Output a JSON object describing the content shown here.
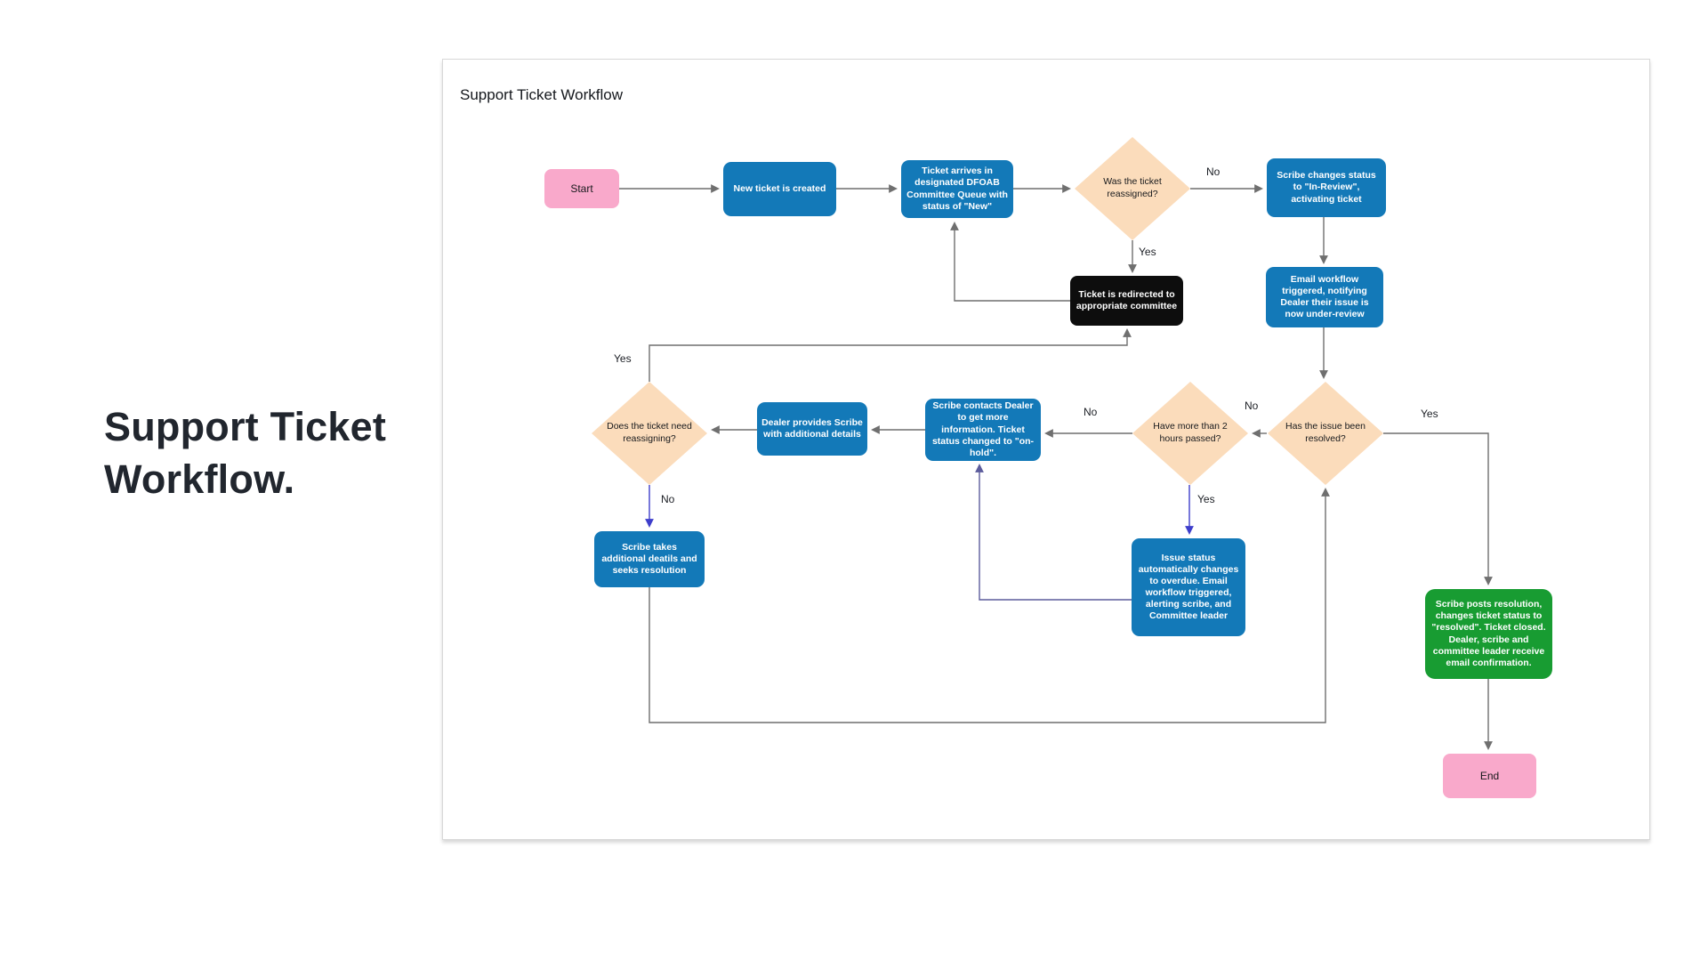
{
  "page": {
    "heading": "Support Ticket Workflow.",
    "background": "#ffffff"
  },
  "canvas": {
    "title": "Support Ticket Workflow"
  },
  "colors": {
    "process_blue": "#1379b8",
    "terminal_pink": "#f9a9cb",
    "decision_peach": "#fbdcbb",
    "resolution_green": "#189c32",
    "redirect_black": "#0d0d0d",
    "connector_gray": "#6f6f6f",
    "connector_indigo": "#3e3ecb",
    "connector_purple": "#5c5c9c"
  },
  "nodes": {
    "start": {
      "type": "terminal",
      "text": "Start"
    },
    "new_ticket": {
      "type": "process",
      "text": "New ticket is created"
    },
    "ticket_arrives": {
      "type": "process",
      "text": "Ticket arrives in designated DFOAB Committee Queue with status of \"New\""
    },
    "was_reassigned": {
      "type": "decision",
      "text": "Was the ticket reassigned?"
    },
    "scribe_changes": {
      "type": "process",
      "text": "Scribe changes status to \"In-Review\", activating ticket"
    },
    "redirected": {
      "type": "process",
      "text": "Ticket is redirected to appropriate committee"
    },
    "email_workflow": {
      "type": "process",
      "text": "Email workflow triggered, notifying Dealer their issue is now under-review"
    },
    "has_resolved": {
      "type": "decision",
      "text": "Has the issue been resolved?"
    },
    "two_hours": {
      "type": "decision",
      "text": "Have more than 2 hours passed?"
    },
    "scribe_contacts": {
      "type": "process",
      "text": "Scribe contacts Dealer to get more information. Ticket status changed to \"on-hold\"."
    },
    "dealer_provides": {
      "type": "process",
      "text": "Dealer provides Scribe with additional details"
    },
    "need_reassign": {
      "type": "decision",
      "text": "Does the ticket need reassigning?"
    },
    "scribe_takes": {
      "type": "process",
      "text": "Scribe takes additional deatils and seeks resolution"
    },
    "issue_status": {
      "type": "process",
      "text": "Issue status automatically changes to overdue. Email workflow triggered, alerting scribe, and Committee leader"
    },
    "resolution": {
      "type": "process",
      "text": "Scribe posts resolution, changes ticket status to \"resolved\". Ticket closed. Dealer, scribe and committee leader receive email confirmation."
    },
    "end": {
      "type": "terminal",
      "text": "End"
    }
  },
  "edge_labels": {
    "reassigned_no": "No",
    "reassigned_yes": "Yes",
    "need_reassign_yes": "Yes",
    "need_reassign_no": "No",
    "two_hours_no": "No",
    "two_hours_yes": "Yes",
    "resolved_no": "No",
    "resolved_yes": "Yes"
  }
}
